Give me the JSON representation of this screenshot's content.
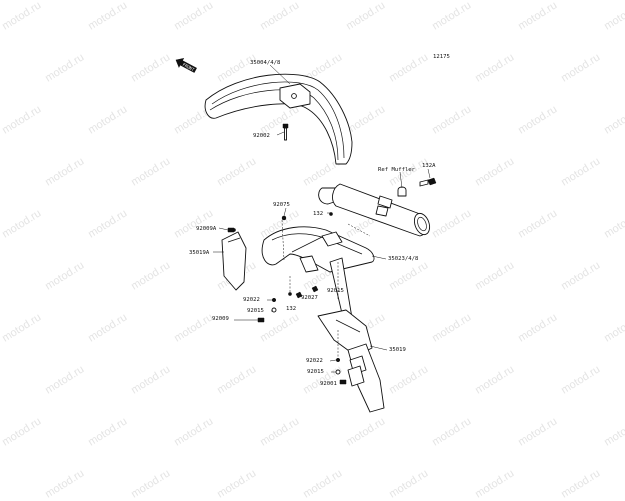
{
  "watermark": {
    "text": "motod.ru"
  },
  "diagram": {
    "id": "12175",
    "front_badge": "FRONT",
    "callouts": [
      {
        "key": "c35004",
        "text": "35004/4/8"
      },
      {
        "key": "c92002",
        "text": "92002"
      },
      {
        "key": "cmuffler",
        "text": "Ref Muffler"
      },
      {
        "key": "c132a",
        "text": "132A"
      },
      {
        "key": "c92075",
        "text": "92075"
      },
      {
        "key": "c132a2",
        "text": "132"
      },
      {
        "key": "c92009a",
        "text": "92009A"
      },
      {
        "key": "c35019a",
        "text": "35019A"
      },
      {
        "key": "c35023",
        "text": "35023/4/8"
      },
      {
        "key": "c92015b",
        "text": "92015"
      },
      {
        "key": "c92027",
        "text": "92027"
      },
      {
        "key": "c92022a",
        "text": "92022"
      },
      {
        "key": "c92015a",
        "text": "92015"
      },
      {
        "key": "c132b",
        "text": "132"
      },
      {
        "key": "c92009",
        "text": "92009"
      },
      {
        "key": "c35019",
        "text": "35019"
      },
      {
        "key": "c92022b",
        "text": "92022"
      },
      {
        "key": "c92015c",
        "text": "92015"
      },
      {
        "key": "c92001",
        "text": "92001"
      }
    ]
  }
}
